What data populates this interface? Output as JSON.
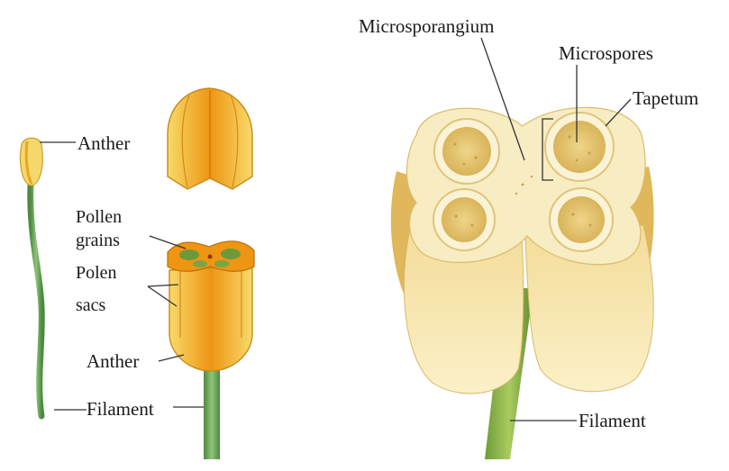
{
  "left_diagram": {
    "labels": {
      "anther_top": "Anther",
      "pollen_grains_line1": "Pollen",
      "pollen_grains_line2": "grains",
      "pollen_sacs_line1": "Polen",
      "pollen_sacs_line2": "sacs",
      "anther_bottom": "Anther",
      "filament": "Filament"
    }
  },
  "right_diagram": {
    "labels": {
      "microsporangium": "Microsporangium",
      "microspores": "Microspores",
      "tapetum": "Tapetum",
      "filament": "Filament"
    }
  },
  "colors": {
    "anther_yellow": "#f3c84a",
    "anther_orange": "#ef9e1a",
    "filament_green": "#5c9a4c",
    "cream": "#f6e9b9",
    "tan": "#e4c77a"
  }
}
